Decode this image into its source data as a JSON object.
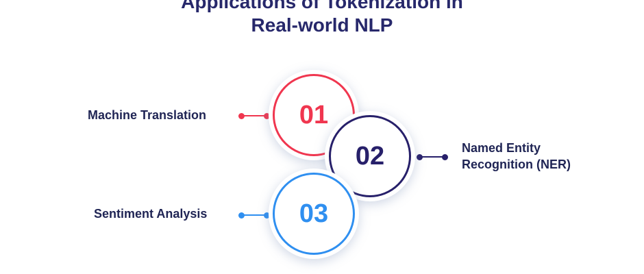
{
  "title": {
    "line1": "Applications of Tokenization in",
    "line2": "Real-world NLP"
  },
  "items": [
    {
      "number": "01",
      "label": "Machine Translation",
      "color": "#f0364f"
    },
    {
      "number": "02",
      "label_line1": "Named Entity",
      "label_line2": "Recognition (NER)",
      "color": "#27206a"
    },
    {
      "number": "03",
      "label": "Sentiment Analysis",
      "color": "#2f8ff0"
    }
  ]
}
